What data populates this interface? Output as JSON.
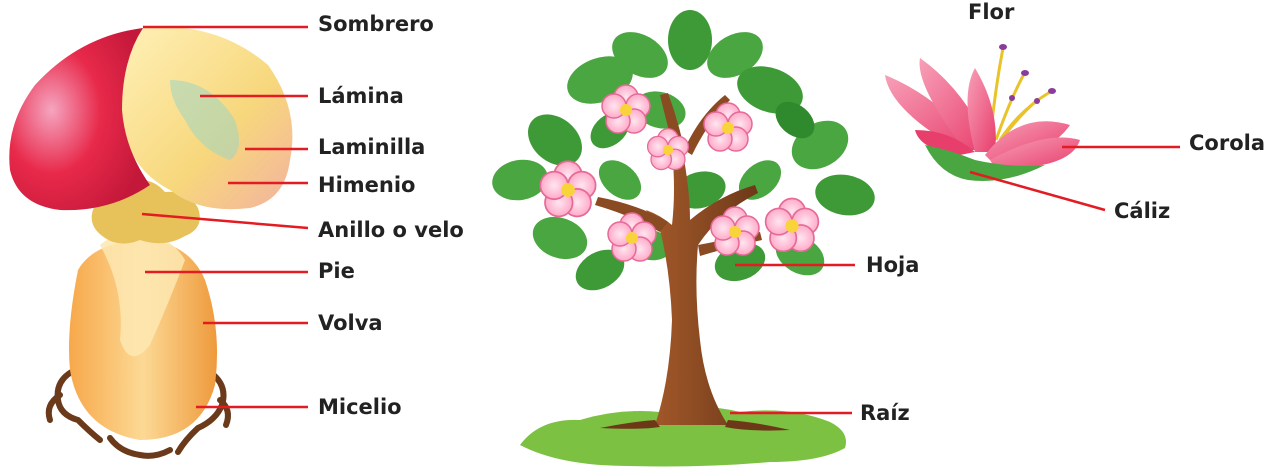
{
  "mushroom": {
    "labels": {
      "sombrero": "Sombrero",
      "lamina": "Lámina",
      "laminilla": "Laminilla",
      "himenio": "Himenio",
      "anillo": "Anillo o velo",
      "pie": "Pie",
      "volva": "Volva",
      "micelio": "Micelio"
    }
  },
  "tree": {
    "labels": {
      "hoja": "Hoja",
      "raiz": "Raíz"
    }
  },
  "flower": {
    "title": "Flor",
    "labels": {
      "corola": "Corola",
      "caliz": "Cáliz"
    }
  },
  "colors": {
    "leader_line": "#e31b23",
    "cap_red": "#e8294a",
    "cap_yellow": "#f7d77c",
    "stem_orange": "#f5b04a",
    "trunk_brown": "#8a4a22",
    "leaf_green": "#4aa640",
    "petal_pink": "#ef5f86",
    "grass_green": "#7cc142"
  }
}
